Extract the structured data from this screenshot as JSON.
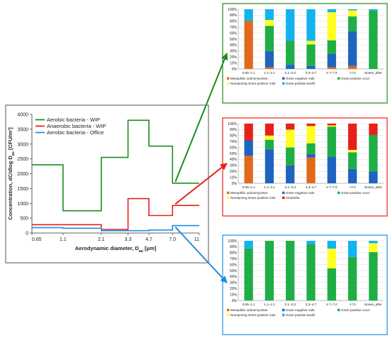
{
  "colors": {
    "aerobic": "#1e8c1e",
    "anaerobic": "#e8201c",
    "office": "#1f8fdf",
    "mesophilic": "#e3691a",
    "gram_neg_rods": "#1f64c0",
    "gram_pos_cocci": "#1fae45",
    "nonsporing": "#ffff24",
    "gram_pos_bacilli": "#12b3ee",
    "clostridia": "#e8201c"
  },
  "chart_data": [
    {
      "id": "main",
      "type": "line",
      "title": "",
      "xlabel": "Aerodynamic diameter, D",
      "xlabel_sub": "ae",
      "xlabel_unit": " [μm]",
      "ylabel": "Concentration, dC/dlog D",
      "ylabel_sub": "ae",
      "ylabel_unit": " [CFU/m³]",
      "x_scale": "log",
      "x_ticks": [
        "0.65",
        "1.1",
        "2.1",
        "3.3",
        "4.7",
        "7.0",
        "11"
      ],
      "x_tick_values": [
        0.65,
        1.1,
        2.1,
        3.3,
        4.7,
        7.0,
        11
      ],
      "y_ticks": [
        "0",
        "500",
        "1000",
        "1500",
        "2000",
        "2500",
        "3000",
        "3500",
        "4000"
      ],
      "ylim": [
        0,
        4000
      ],
      "grid": false,
      "legend_position": "top-left",
      "series": [
        {
          "name": "Aerobic bacteria - WIP",
          "color_key": "aerobic",
          "bins": [
            [
              0.65,
              1.1,
              2300
            ],
            [
              1.1,
              2.1,
              750
            ],
            [
              2.1,
              3.3,
              2550
            ],
            [
              3.3,
              4.7,
              3800
            ],
            [
              4.7,
              7.0,
              2930
            ],
            [
              7.0,
              11,
              1680
            ]
          ]
        },
        {
          "name": "Anaerobic bacteria - WIP",
          "color_key": "anaerobic",
          "bins": [
            [
              0.65,
              1.1,
              280
            ],
            [
              1.1,
              2.1,
              280
            ],
            [
              2.1,
              3.3,
              120
            ],
            [
              3.3,
              4.7,
              1160
            ],
            [
              4.7,
              7.0,
              590
            ],
            [
              7.0,
              11,
              930
            ]
          ]
        },
        {
          "name": "Aerobic bacteria - Office",
          "color_key": "office",
          "bins": [
            [
              0.65,
              1.1,
              180
            ],
            [
              1.1,
              2.1,
              160
            ],
            [
              2.1,
              3.3,
              80
            ],
            [
              3.3,
              4.7,
              80
            ],
            [
              4.7,
              7.0,
              100
            ],
            [
              7.0,
              11,
              250
            ]
          ]
        }
      ]
    },
    {
      "id": "aerobic_wip",
      "type": "bar",
      "stacked": true,
      "border_color_key": "aerobic",
      "categories": [
        "0.65–1.1",
        "1.1–2.1",
        "2.1–3.3",
        "3.3–4.7",
        "4.7–7.0",
        ">7.0",
        "Noses_after"
      ],
      "y_ticks": [
        "0%",
        "10%",
        "20%",
        "30%",
        "40%",
        "50%",
        "60%",
        "70%",
        "80%",
        "90%",
        "100%"
      ],
      "ylim": [
        0,
        100
      ],
      "legend": [
        "Mesophilic actinomycetes",
        "Gram-negative rods",
        "Gram-positive cocci",
        "Nonsporing Gram-positive rods",
        "Gram-positive bacilli"
      ],
      "series": [
        {
          "name": "Mesophilic actinomycetes",
          "color_key": "mesophilic",
          "values": [
            80,
            3,
            0,
            0,
            3,
            5,
            0
          ]
        },
        {
          "name": "Gram-negative rods",
          "color_key": "gram_neg_rods",
          "values": [
            0,
            27,
            7,
            5,
            22,
            58,
            0
          ]
        },
        {
          "name": "Gram-positive cocci",
          "color_key": "gram_pos_cocci",
          "values": [
            1,
            42,
            40,
            36,
            23,
            25,
            98
          ]
        },
        {
          "name": "Nonsporing Gram-positive rods",
          "color_key": "nonsporing",
          "values": [
            0,
            10,
            0,
            6,
            47,
            10,
            0
          ]
        },
        {
          "name": "Gram-positive bacilli",
          "color_key": "gram_pos_bacilli",
          "values": [
            19,
            18,
            53,
            53,
            5,
            2,
            2
          ]
        }
      ]
    },
    {
      "id": "anaerobic_wip",
      "type": "bar",
      "stacked": true,
      "border_color_key": "anaerobic",
      "categories": [
        "0.65–1.1",
        "1.1–2.1",
        "2.1–3.3",
        "3.3–4.7",
        "4.7–7.0",
        ">7.0",
        "Noses_after"
      ],
      "y_ticks": [
        "0%",
        "10%",
        "20%",
        "30%",
        "40%",
        "50%",
        "60%",
        "70%",
        "80%",
        "90%",
        "100%"
      ],
      "ylim": [
        0,
        100
      ],
      "legend": [
        "Mesophilic actinomycetes",
        "Gram-negative rods",
        "Gram-positive cocci",
        "Nonsporing Gram-positive rods",
        "Clostridia"
      ],
      "series": [
        {
          "name": "Mesophilic actinomycetes",
          "color_key": "mesophilic",
          "values": [
            46,
            0,
            0,
            43,
            0,
            0,
            0
          ]
        },
        {
          "name": "Gram-negative rods",
          "color_key": "gram_neg_rods",
          "values": [
            26,
            57,
            30,
            6,
            44,
            24,
            20
          ]
        },
        {
          "name": "Gram-positive cocci",
          "color_key": "gram_pos_cocci",
          "values": [
            0,
            16,
            30,
            18,
            51,
            28,
            61
          ]
        },
        {
          "name": "Nonsporing Gram-positive rods",
          "color_key": "nonsporing",
          "values": [
            0,
            7,
            30,
            29,
            2,
            4,
            0
          ]
        },
        {
          "name": "Clostridia",
          "color_key": "clostridia",
          "values": [
            28,
            20,
            10,
            4,
            3,
            44,
            19
          ]
        }
      ]
    },
    {
      "id": "aerobic_office",
      "type": "bar",
      "stacked": true,
      "border_color_key": "office",
      "categories": [
        "0.65–1.1",
        "1.1–2.1",
        "2.1–3.3",
        "3.3–4.7",
        "4.7–7.0",
        ">7.0",
        "Noses_after"
      ],
      "y_ticks": [
        "0%",
        "10%",
        "20%",
        "30%",
        "40%",
        "50%",
        "60%",
        "70%",
        "80%",
        "90%",
        "100%"
      ],
      "ylim": [
        0,
        100
      ],
      "legend": [
        "Mesophilic actinomycetes",
        "Gram-negative rods",
        "Gram-positive cocci",
        "Nonsporing Gram-positive rods",
        "Gram-positive bacilli"
      ],
      "series": [
        {
          "name": "Mesophilic actinomycetes",
          "color_key": "mesophilic",
          "values": [
            0,
            0,
            0,
            0,
            0,
            0,
            0
          ]
        },
        {
          "name": "Gram-negative rods",
          "color_key": "gram_neg_rods",
          "values": [
            0,
            0,
            0,
            0,
            0,
            0,
            0
          ]
        },
        {
          "name": "Gram-positive cocci",
          "color_key": "gram_pos_cocci",
          "values": [
            87,
            100,
            100,
            94,
            54,
            73,
            81
          ]
        },
        {
          "name": "Nonsporing Gram-positive rods",
          "color_key": "nonsporing",
          "values": [
            0,
            0,
            0,
            0,
            33,
            0,
            15
          ]
        },
        {
          "name": "Gram-positive bacilli",
          "color_key": "gram_pos_bacilli",
          "values": [
            13,
            0,
            0,
            6,
            13,
            27,
            4
          ]
        }
      ]
    }
  ]
}
